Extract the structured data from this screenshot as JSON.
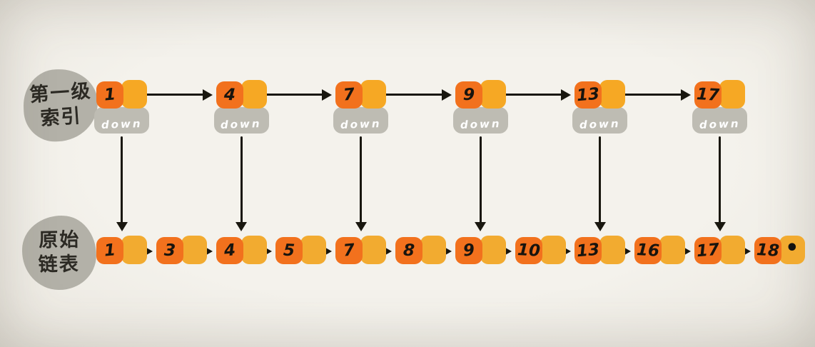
{
  "labels": {
    "index_level": {
      "line1": "第一级",
      "line2": "索引"
    },
    "original_list": {
      "line1": "原始",
      "line2": "链表"
    }
  },
  "index_row": {
    "down_label": "down",
    "nodes": [
      {
        "value": "1",
        "bottom_index": 0
      },
      {
        "value": "4",
        "bottom_index": 2
      },
      {
        "value": "7",
        "bottom_index": 4
      },
      {
        "value": "9",
        "bottom_index": 6
      },
      {
        "value": "13",
        "bottom_index": 8
      },
      {
        "value": "17",
        "bottom_index": 10
      }
    ]
  },
  "list_row": {
    "nodes": [
      "1",
      "3",
      "4",
      "5",
      "7",
      "8",
      "9",
      "10",
      "13",
      "16",
      "17",
      "18"
    ],
    "null_marker": "•"
  },
  "colors": {
    "background": "#f3f1ea",
    "node_value_cell": "#f2711d",
    "node_pointer_cell": "#f6a824",
    "down_box": "#bebcb3",
    "down_text": "#ffffff",
    "label_blob": "#b3b1a8",
    "label_text": "#2c2a24",
    "arrow_ink": "#19170f"
  }
}
